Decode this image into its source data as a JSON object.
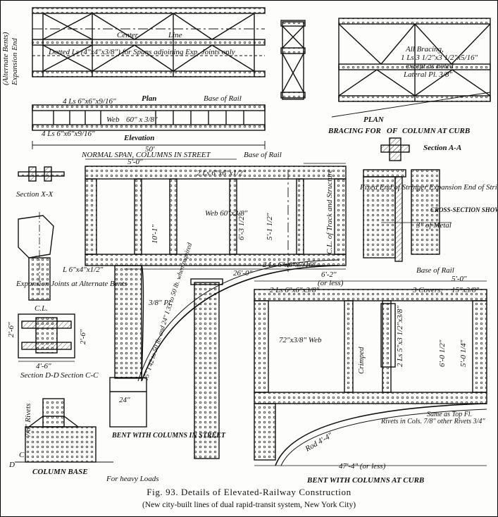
{
  "caption": {
    "title": "Fig. 93.  Details of Elevated-Railway Construction",
    "subtitle": "(New city-built lines of dual rapid-transit system, New York City)"
  },
  "labels": {
    "alt_bents": "(Alternate Bents)",
    "exp_end": "Expansion End",
    "center_line": "Center",
    "line": "Line",
    "dotted_ls": "Dotted Ls (4\"x4\"x3/8\") for Spans adjoining Exp. Joints only",
    "plan": "Plan",
    "base_of_rail_top": "Base of Rail",
    "top_ls": "4 Ls 6\"x6\"x9/16\"",
    "web_60": "Web",
    "web_size": "60\" x 3/8\"",
    "bottom_ls": "4 Ls 6\"x6\"x9/16\"",
    "elevation": "Elevation",
    "span_50": "50'",
    "all_bracing": "All Bracing,",
    "bracing_size": "1 Ls 3 1/2\"x3 1/2\"x5/16\"",
    "except_noted": "except as noted",
    "lateral": "Lateral Pl. 3/8\"",
    "bracing_for": "BRACING FOR",
    "plan_of": "PLAN",
    "of": "OF",
    "column_at_curb": "COLUMN AT CURB",
    "normal_span": "NORMAL SPAN, COLUMNS IN STREET",
    "dim_5ft": "5'-0\"",
    "base_of_rail_mid": "Base of Rail",
    "ls_6x6": "2 Ls 6\"x6\"x1/2\"",
    "section_xx": "Section X-X",
    "section_aa": "Section A-A",
    "fixed_end": "Fixed End of Stringer",
    "expansion_end": "Expansion End of Stringer",
    "metal_3": "3\" of Metal",
    "cross_section": "CROSS-SECTION SHOWING STRINGER CONNECTION",
    "web_60_side": "Web 60\"x3/8\"",
    "cl_track": "C.L. of Track and Structure",
    "dim_6_3": "6'-3 1/2\"",
    "dim_5_1": "5'-1 1/2\"",
    "dim_10": "10'-1\"",
    "ls_6x6x7": "2 Ls 6\"x6\"x7/16\"",
    "expansion_joints": "Expansion Joints at Alternate Bents",
    "angle_6x4": "L 6\"x4\"x1/2\"",
    "dim_26": "26'-0\"",
    "cl_col": "C.L.",
    "base_of_rail_right": "Base of Rail",
    "dim_6_2": "6'-2\"",
    "or_less": "(or less)",
    "dim_5_0": "5'-0\"",
    "covers_3": "3 Covers,",
    "cover_size": "15\"x3/8\"",
    "ls_right_top": "2 Ls 6\"x6\"x3/8\"",
    "web_72": "72\"x3/8\" Web",
    "crimped": "Crimped",
    "ls_5x3": "2 Ls 5\"x3 1/2\"x3/8\"",
    "dim_6_0": "6'-0 1/2\"",
    "dim_5_01": "5'-0 1/4\"",
    "rivets_note": "Rivets in Cols. 7/8\" other Rivets 3/4\"",
    "same_top": "Same as Top Fl.",
    "rod": "Rod 4'-4\"",
    "dim_47": "47'-4\" (or less)",
    "bent_curb": "BENT WITH COLUMNS AT CURB",
    "dim_2_6a": "2'-6\"",
    "dim_2_6b": "2'-6\"",
    "dim_4_6": "4'-6\"",
    "section_dd": "Section D-D",
    "section_cc": "Section C-C",
    "pl_3_8": "3/8\" Pl.",
    "weights": "15\" I 42 to 50 lb. and 24\" I 33 to 50 lb. when required",
    "dim_24": "24\"",
    "bent_street": "BENT WITH COLUMNS IN STREET",
    "rivets_78": "7/8\" Rivets",
    "column_base": "COLUMN BASE",
    "heavy_loads": "For heavy Loads",
    "sec_c": "C",
    "sec_d": "D"
  }
}
